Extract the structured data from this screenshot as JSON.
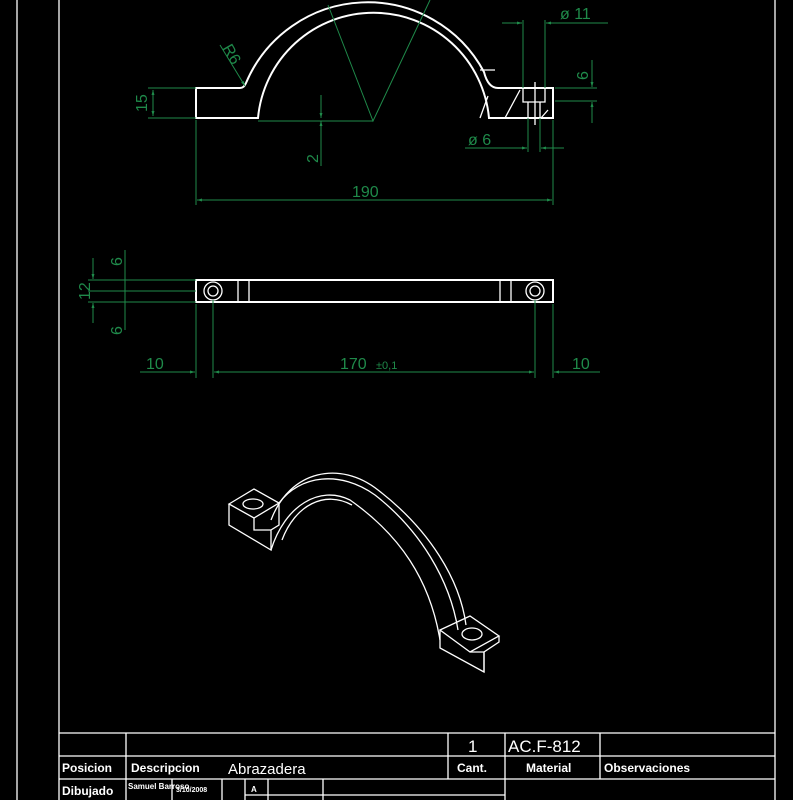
{
  "drawing": {
    "top_view_dims": {
      "radius": "R6",
      "hole_outer": "ø 11",
      "hole_inner": "ø 6",
      "height": "15",
      "step": "2",
      "flange_thickness": "6",
      "length": "190"
    },
    "front_view_dims": {
      "upper": "6",
      "total": "12",
      "lower": "6",
      "left_margin": "10",
      "span": "170",
      "tolerance": "±0,1",
      "right_margin": "10"
    }
  },
  "title_block": {
    "quantity": "1",
    "material_code": "AC.F-812",
    "headers": {
      "position": "Posicion",
      "description": "Descripcion",
      "quantity": "Cant.",
      "material": "Material",
      "observations": "Observaciones"
    },
    "description_value": "Abrazadera",
    "drawn_label": "Dibujado",
    "drawn_by": "Samuel Barroso",
    "date": "3/10/2008",
    "sheet_mark": "A"
  },
  "colors": {
    "lines": "#ffffff",
    "dimensions": "#1f8a4a",
    "background": "#000000"
  }
}
